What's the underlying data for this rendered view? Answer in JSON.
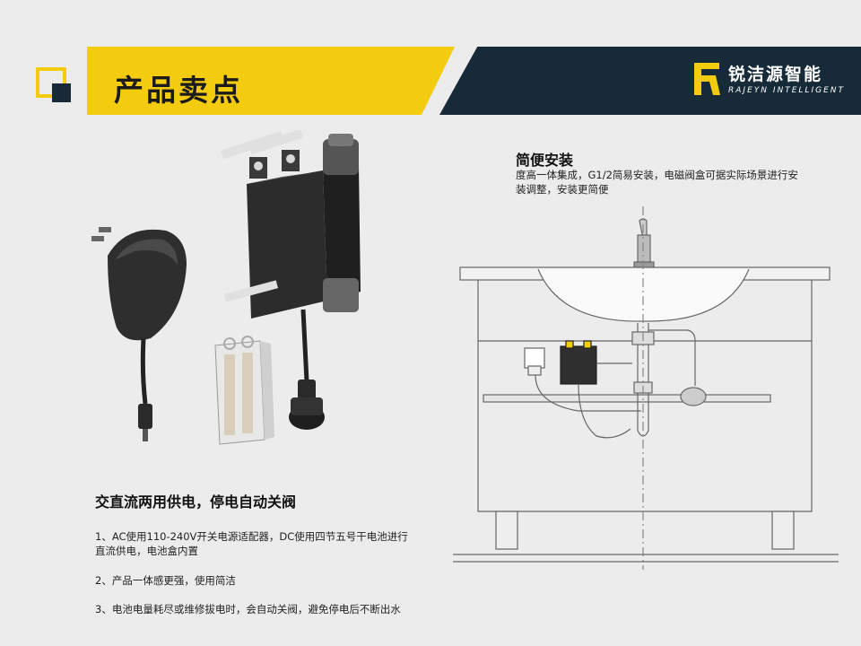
{
  "header": {
    "title": "产品卖点",
    "brand_cn": "锐洁源智能",
    "brand_en": "RAJEYN INTELLIGENT",
    "colors": {
      "accent": "#f4cc0f",
      "dark": "#162a37"
    }
  },
  "features": {
    "title": "交直流两用供电，停电自动关阀",
    "items": [
      "1、AC使用110-240V开关电源适配器，DC使用四节五号干电池进行直流供电，电池盒内置",
      "2、产品一体感更强，使用简洁",
      "3、电池电量耗尽或维修拔电时，会自动关阀，避免停电后不断出水"
    ]
  },
  "install": {
    "title": "简便安装",
    "description": "度高一体集成，G1/2简易安装，电磁阀盒可据实际场景进行安装调整，安装更简便"
  },
  "icons": [
    "corner-square-icon",
    "brand-logo-icon"
  ]
}
